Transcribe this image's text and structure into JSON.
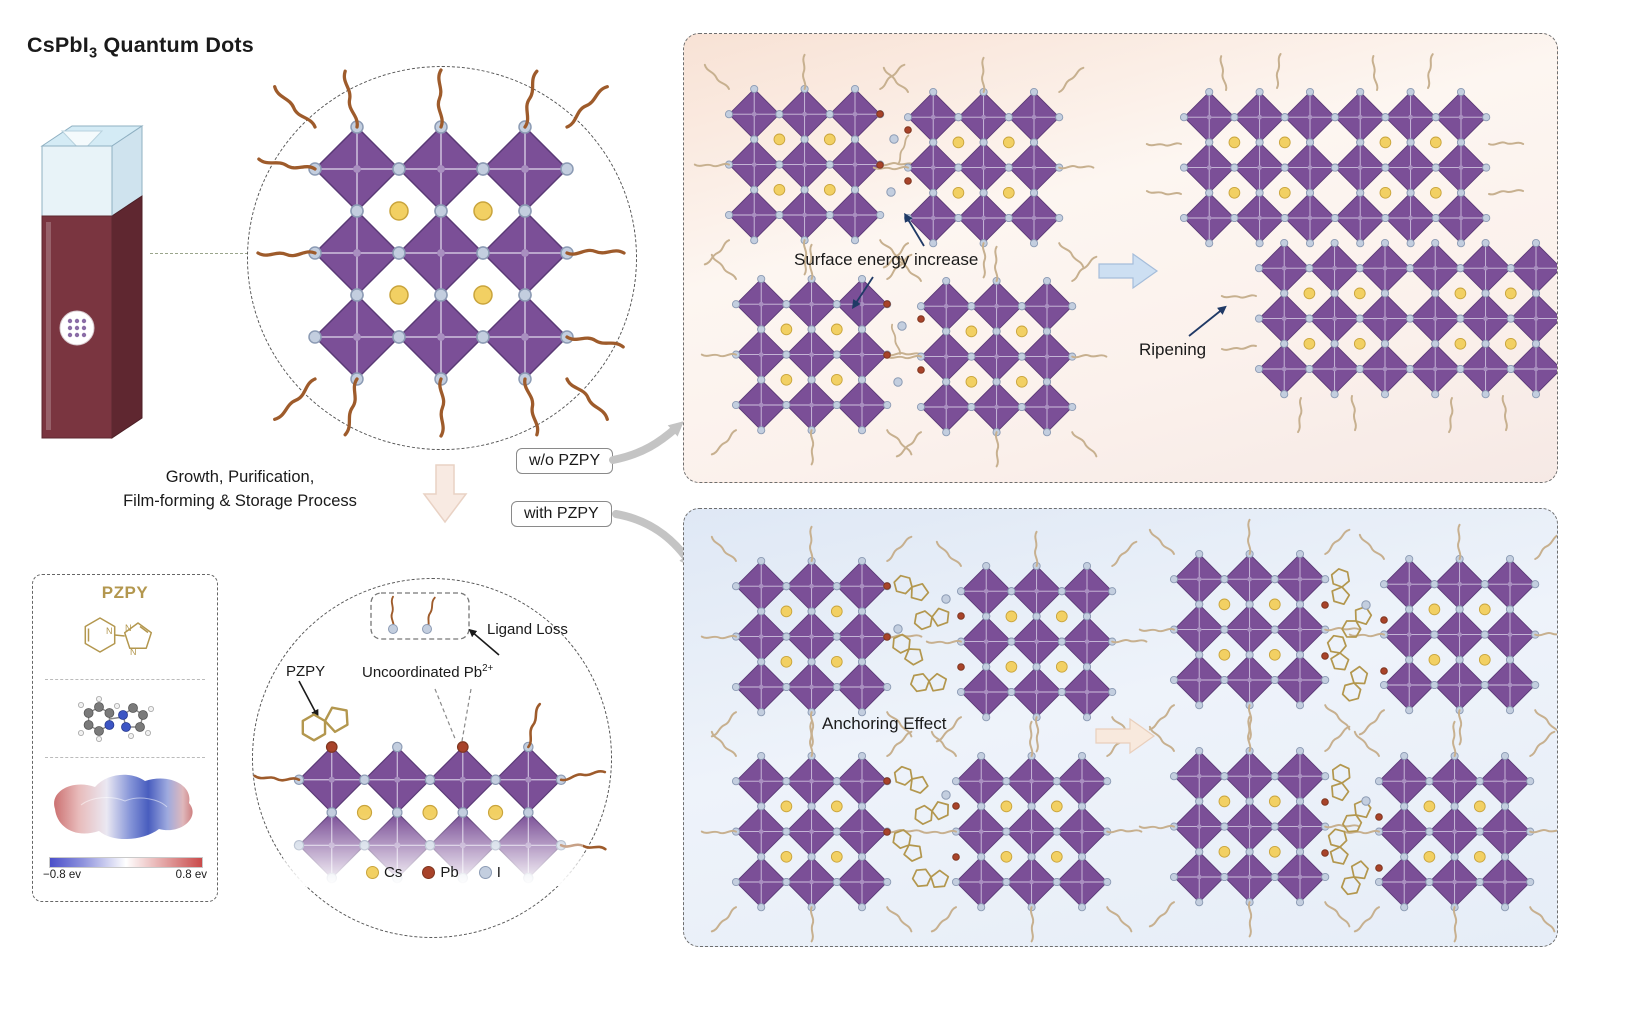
{
  "title": {
    "prefix": "CsPbI",
    "sub": "3",
    "suffix": " Quantum Dots"
  },
  "process": {
    "line1": "Growth, Purification,",
    "line2": "Film-forming & Storage Process"
  },
  "routes": {
    "without": "w/o PZPY",
    "with": "with PZPY"
  },
  "top_panel": {
    "surface_energy": "Surface energy increase",
    "ripening": "Ripening"
  },
  "bottom_panel": {
    "anchoring": "Anchoring Effect"
  },
  "qd_detail": {
    "ligand_loss": "Ligand Loss",
    "pzpy_label": "PZPY",
    "uncoordinated_prefix": "Uncoordinated Pb",
    "uncoordinated_sup": "2+"
  },
  "legend": {
    "cs": "Cs",
    "pb": "Pb",
    "i": "I"
  },
  "pzpy_panel": {
    "title": "PZPY",
    "scale_min": "−0.8 ev",
    "scale_max": "0.8 ev",
    "atom_n": "N"
  },
  "colors": {
    "purple": "#7b4f97",
    "cs": "#f2d063",
    "pb": "#a8432a",
    "iodine": "#c3cedf",
    "ligand": "#9e5b2b",
    "ligand_tan": "#c7b08f",
    "pzpy_gold": "#b3974e",
    "arrow_blue": "#cddff2",
    "arrow_peach": "#f8e9dd",
    "navy": "#203a66"
  }
}
